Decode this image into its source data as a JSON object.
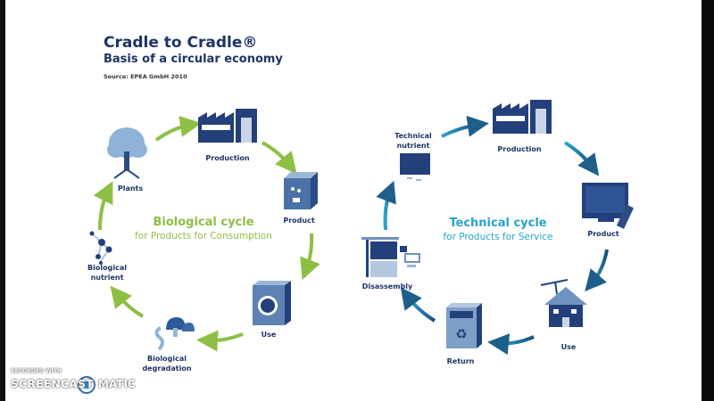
{
  "header": {
    "title": "Cradle to Cradle®",
    "subtitle": "Basis of a circular economy",
    "source": "Source: EPEA GmbH 2010"
  },
  "colors": {
    "title": "#1d3465",
    "biological": "#8dbf45",
    "technical": "#27a3c9",
    "icon": "#23407a"
  },
  "biological_cycle": {
    "title": "Biological cycle",
    "subtitle": "for Products for Consumption",
    "nodes": [
      {
        "label": "Plants",
        "icon": "tree-icon"
      },
      {
        "label": "Production",
        "icon": "factory-icon"
      },
      {
        "label": "Product",
        "icon": "box-icon"
      },
      {
        "label": "Use",
        "icon": "washing-machine-icon"
      },
      {
        "label_line1": "Biological",
        "label_line2": "degradation",
        "icon": "mushroom-worm-icon"
      },
      {
        "label_line1": "Biological",
        "label_line2": "nutrient",
        "icon": "molecule-icon"
      }
    ]
  },
  "technical_cycle": {
    "title": "Technical cycle",
    "subtitle": "for Products for Service",
    "nodes": [
      {
        "label_line1": "Technical",
        "label_line2": "nutrient",
        "icon": "monitor-icon"
      },
      {
        "label": "Production",
        "icon": "factory-icon"
      },
      {
        "label": "Product",
        "icon": "tv-remote-icon"
      },
      {
        "label": "Use",
        "icon": "house-antenna-icon"
      },
      {
        "label": "Return",
        "icon": "recycling-bin-icon"
      },
      {
        "label": "Disassembly",
        "icon": "disassembly-machine-icon"
      }
    ]
  },
  "watermark": {
    "line1": "RECORDED WITH",
    "left": "SCREENCAST",
    "right": "MATIC"
  }
}
